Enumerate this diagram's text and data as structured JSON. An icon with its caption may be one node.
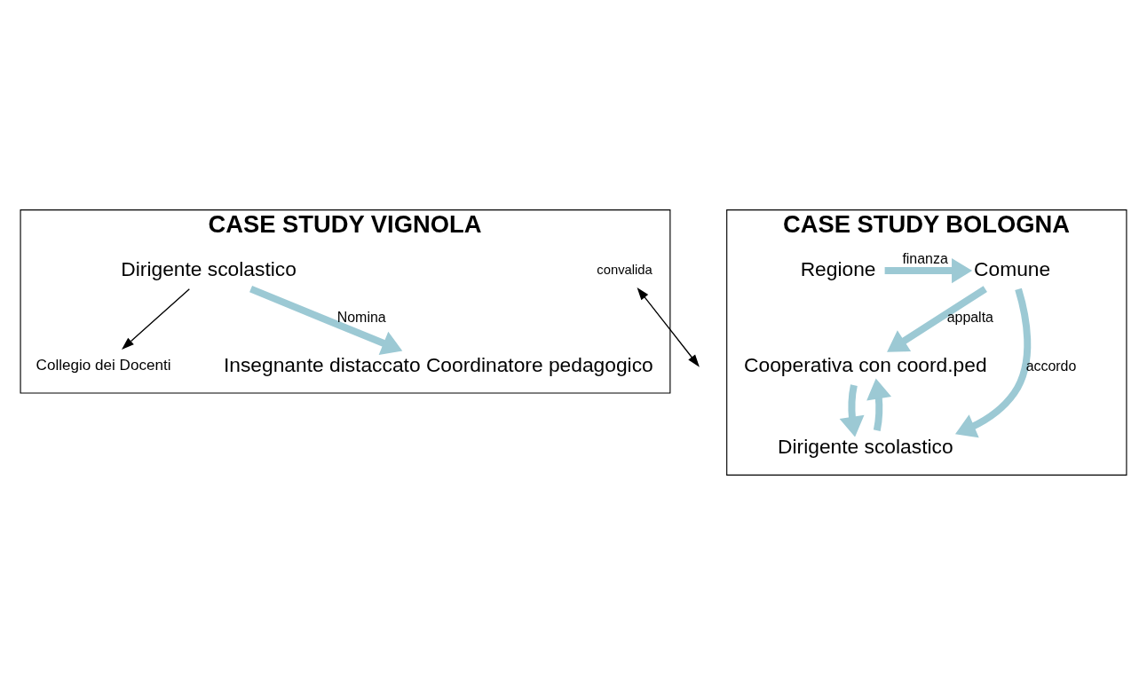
{
  "diagram": {
    "nodes": [
      {
        "text": [
          "CASE STUDY VIGNOLA"
        ]
      },
      {
        "text": [
          "Dirigente scolastico"
        ],
        "in": 0
      },
      {
        "text": [
          "Collegio dei Docenti"
        ],
        "in": 0
      },
      {
        "text": [
          "convalida"
        ],
        "in": 0
      },
      {
        "text": [
          "Insegnante distaccato Coordinatore pedagogico"
        ],
        "in": 0
      },
      {
        "text": [
          "CASE STUDY BOLOGNA"
        ]
      },
      {
        "text": [
          "Comune"
        ],
        "in": 5
      },
      {
        "text": [
          "Regione"
        ],
        "in": 5
      },
      {
        "text": [
          "Cooperativa con coord.ped"
        ],
        "in": 5
      },
      {
        "text": [
          "Dirigente scolastico"
        ],
        "in": 5
      }
    ],
    "edges": [
      {
        "from": 1,
        "to": 2,
        "arrow": "to",
        "color": "#000000"
      },
      {
        "from": 1,
        "to": 4,
        "arrow": "to",
        "label": "Nomina"
      },
      {
        "from": 3,
        "to": null,
        "arrow": "both",
        "color": "#000000"
      },
      {
        "from": 7,
        "to": 6,
        "arrow": "to",
        "label": "finanza"
      },
      {
        "from": 6,
        "to": 8,
        "arrow": "to",
        "label": "appalta"
      },
      {
        "from": 6,
        "to": 9,
        "arrow": "to",
        "label": "accordo"
      },
      {
        "from": 9,
        "to": 8,
        "arrow": "to"
      },
      {
        "from": 8,
        "to": 9,
        "arrow": "to"
      }
    ]
  }
}
